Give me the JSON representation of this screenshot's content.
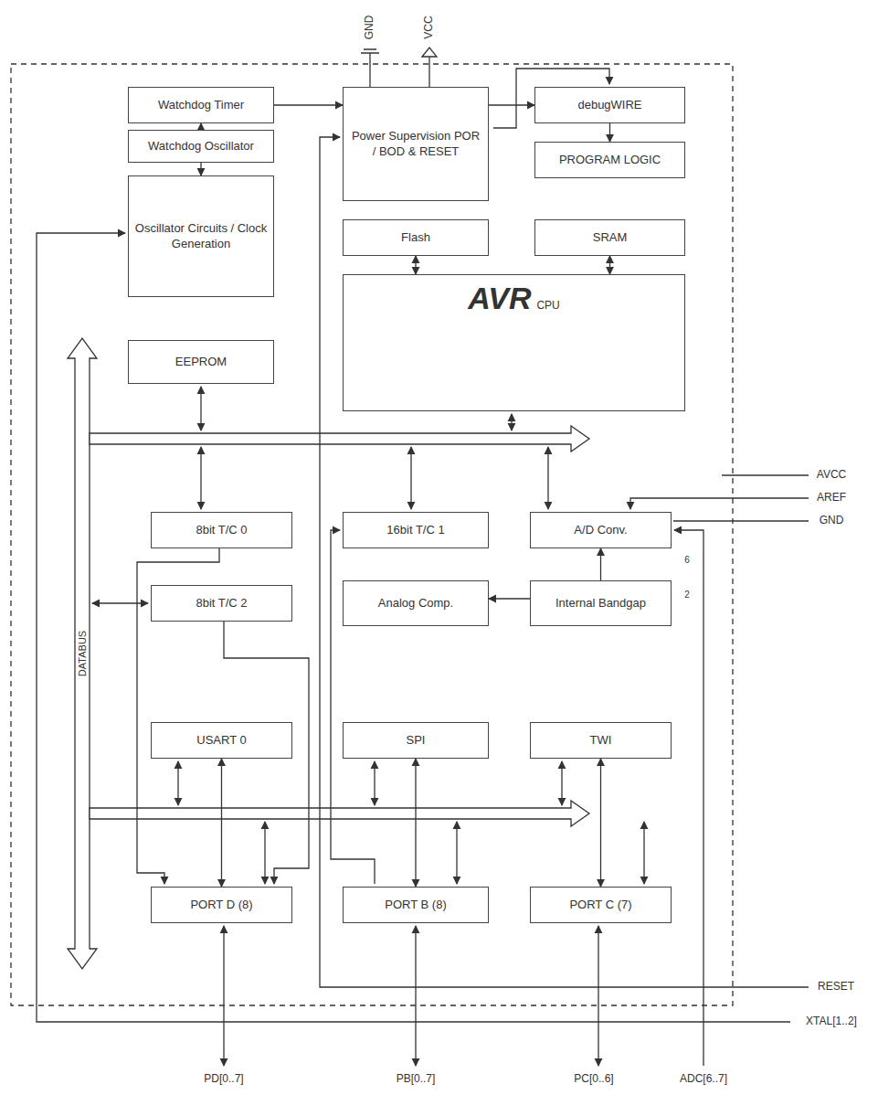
{
  "diagram": {
    "nodes": [
      {
        "text": [
          "Watchdog Timer"
        ]
      },
      {
        "text": [
          "Watchdog Oscillator"
        ]
      },
      {
        "text": [
          "Oscillator Circuits / Clock Generation"
        ]
      },
      {
        "text": [
          "Power Supervision POR / BOD & RESET"
        ]
      },
      {
        "text": [
          "debugWIRE"
        ]
      },
      {
        "text": [
          "PROGRAM LOGIC"
        ]
      },
      {
        "text": [
          "Flash"
        ]
      },
      {
        "text": [
          "SRAM"
        ]
      },
      {
        "text": [
          "AVR",
          "CPU"
        ]
      },
      {
        "text": [
          "EEPROM"
        ]
      },
      {
        "text": [
          "8bit T/C 0"
        ]
      },
      {
        "text": [
          "16bit T/C 1"
        ]
      },
      {
        "text": [
          "A/D Conv."
        ]
      },
      {
        "text": [
          "8bit T/C 2"
        ]
      },
      {
        "text": [
          "Analog Comp."
        ]
      },
      {
        "text": [
          "Internal Bandgap"
        ]
      },
      {
        "text": [
          "USART 0"
        ]
      },
      {
        "text": [
          "SPI"
        ]
      },
      {
        "text": [
          "TWI"
        ]
      },
      {
        "text": [
          "PORT D (8)"
        ]
      },
      {
        "text": [
          "PORT B (8)"
        ]
      },
      {
        "text": [
          "PORT C (7)"
        ]
      }
    ],
    "edges": [
      {
        "from": 1,
        "to": 0,
        "arrow": "to"
      },
      {
        "from": 1,
        "to": 2,
        "arrow": "to"
      },
      {
        "from": 0,
        "to": 3,
        "arrow": "to"
      },
      {
        "from": 3,
        "to": 4,
        "arrow": "to"
      },
      {
        "from": 4,
        "to": 5,
        "arrow": "to"
      },
      {
        "from": 6,
        "to": 8,
        "arrow": "both"
      },
      {
        "from": 7,
        "to": 8,
        "arrow": "both"
      },
      {
        "from": 15,
        "to": 12,
        "arrow": "to"
      },
      {
        "from": 15,
        "to": 14,
        "arrow": "to"
      },
      {
        "from": 16,
        "to": 19,
        "arrow": "both"
      },
      {
        "from": 17,
        "to": 20,
        "arrow": "both"
      },
      {
        "from": 18,
        "to": 21,
        "arrow": "both"
      }
    ],
    "labels": [
      "GND",
      "VCC",
      "DATABUS",
      "AVCC",
      "AREF",
      "GND",
      "RESET",
      "XTAL[1..2]",
      "PD[0..7]",
      "PB[0..7]",
      "PC[0..6]",
      "ADC[6..7]",
      "6",
      "2"
    ]
  }
}
